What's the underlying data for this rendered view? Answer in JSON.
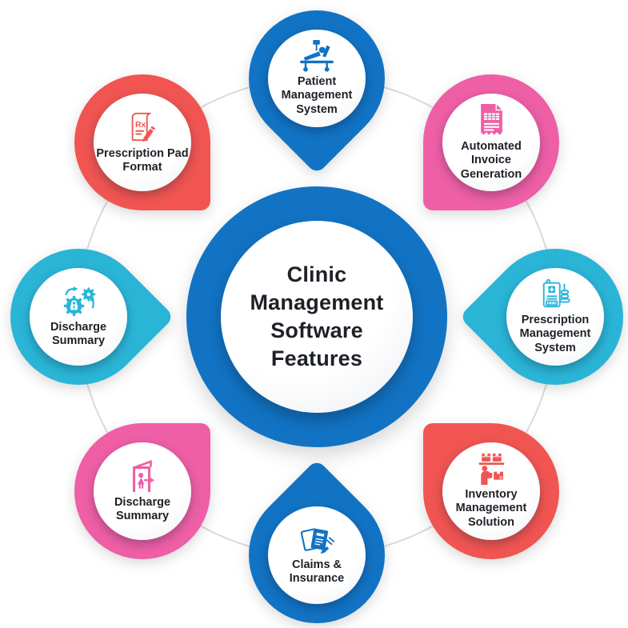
{
  "center": {
    "label": "Clinic Management Software Features"
  },
  "colors": {
    "blue": "#1273c4",
    "pink": "#ee5fa6",
    "cyan": "#2ab5d7",
    "red": "#f05552",
    "text": "#1d2127",
    "connector": "#d8dadc",
    "bubble": "#ffffff"
  },
  "nodes": [
    {
      "label": "Patient Management System",
      "color": "blue",
      "icon": "patient-bed-icon",
      "position": "top"
    },
    {
      "label": "Automated Invoice Generation",
      "color": "pink",
      "icon": "invoice-icon",
      "position": "top-right"
    },
    {
      "label": "Prescription Management System",
      "color": "cyan",
      "icon": "prescription-clipboard-icon",
      "position": "right"
    },
    {
      "label": "Inventory Management Solution",
      "color": "red",
      "icon": "inventory-boxes-icon",
      "position": "bottom-right"
    },
    {
      "label": "Claims & Insurance",
      "color": "blue",
      "icon": "claims-documents-icon",
      "position": "bottom"
    },
    {
      "label": "Discharge Summary",
      "color": "pink",
      "icon": "discharge-door-icon",
      "position": "bottom-left"
    },
    {
      "label": "Discharge Summary",
      "color": "cyan",
      "icon": "gears-lock-icon",
      "position": "left"
    },
    {
      "label": "Prescription Pad Format",
      "color": "red",
      "icon": "rx-pad-pen-icon",
      "position": "top-left"
    }
  ]
}
